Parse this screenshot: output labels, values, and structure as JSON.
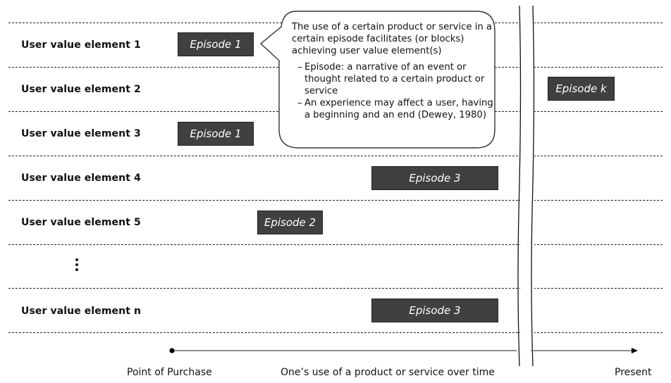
{
  "rows": [
    {
      "label": "User value element  1"
    },
    {
      "label": "User value element  2"
    },
    {
      "label": "User value element  3"
    },
    {
      "label": "User value element  4"
    },
    {
      "label": "User value element  5"
    },
    {
      "label": "⋮",
      "ellipsis": true
    },
    {
      "label": "User value element  n"
    }
  ],
  "episodes": [
    {
      "row": 1,
      "label": "Episode 1"
    },
    {
      "row": 3,
      "label": "Episode 1"
    },
    {
      "row": 5,
      "label": "Episode 2"
    },
    {
      "row": 4,
      "label": "Episode 3"
    },
    {
      "row": "n",
      "label": "Episode 3"
    },
    {
      "row": 2,
      "label": "Episode k"
    }
  ],
  "callout": {
    "lead": "The use of a certain product or service in a certain episode facilitates (or blocks) achieving user value element(s)",
    "bullets": [
      "Episode: a narrative of an event or thought related to a certain product or service",
      "An experience may affect a user, having a beginning and an end (Dewey, 1980)"
    ],
    "bullet_marker": "–"
  },
  "timeline": {
    "start_label": "Point of Purchase",
    "middle_label": "One’s use of a product or service over time",
    "end_label": "Present",
    "has_time_break": true
  },
  "colors": {
    "episode_fill": "#404040",
    "episode_text": "#ffffff",
    "line": "#222222",
    "axis": "#666666"
  }
}
